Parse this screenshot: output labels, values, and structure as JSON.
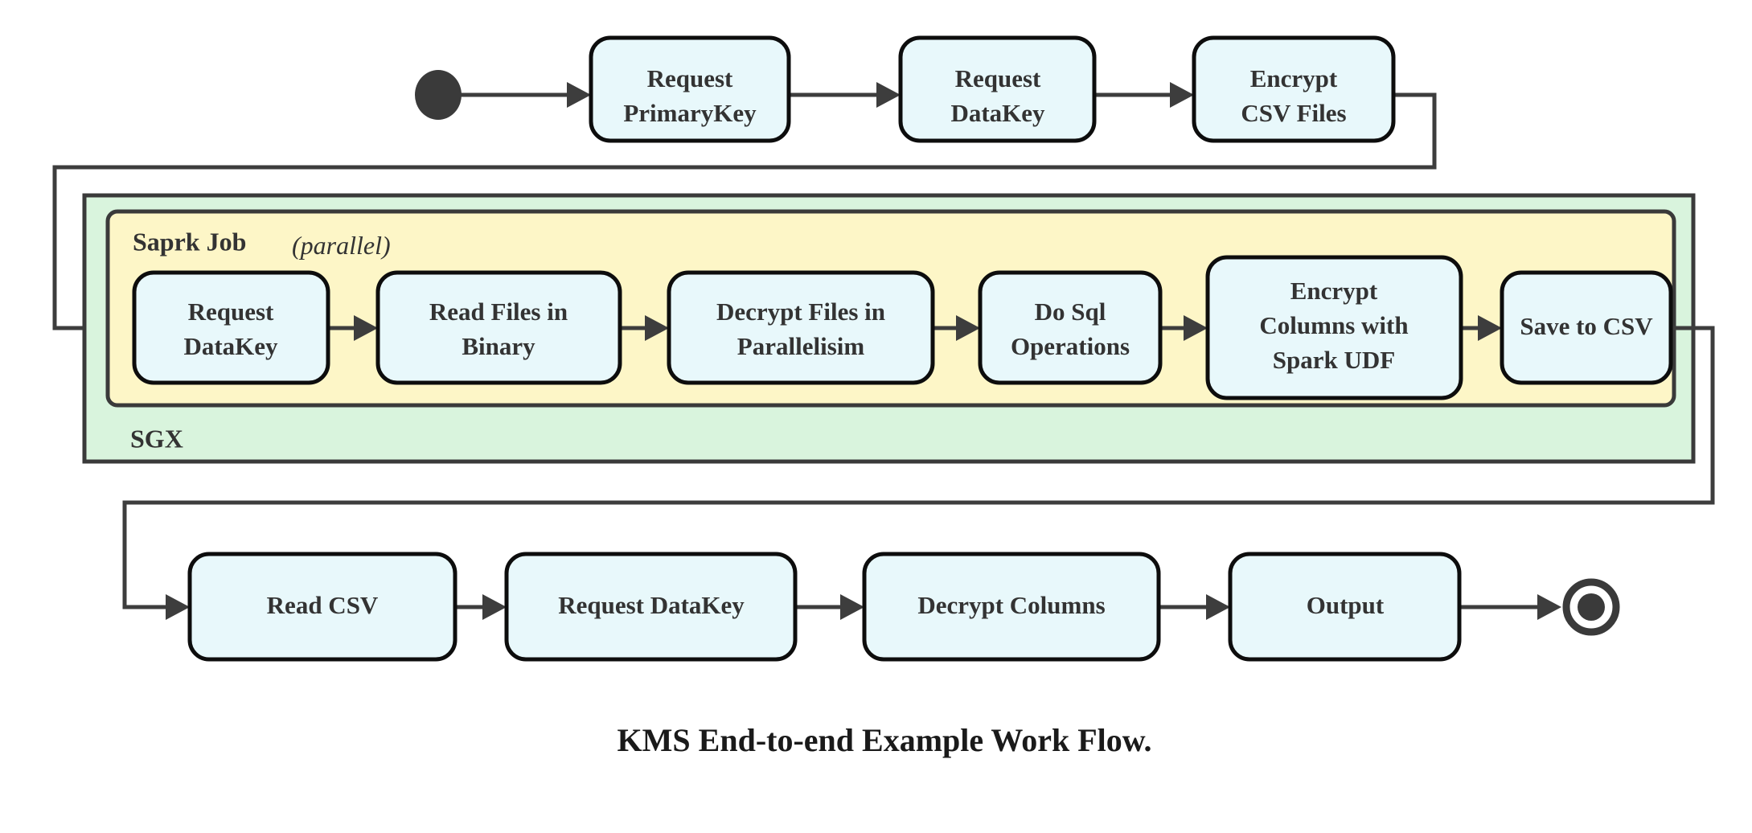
{
  "caption": "KMS End-to-end Example Work Flow.",
  "colors": {
    "node_fill": "#e8f8fb",
    "node_stroke": "#0d0d0d",
    "sgx_fill": "#d9f4dd",
    "spark_fill": "#fdf6c7",
    "group_stroke": "#3a3a3a",
    "edge_stroke": "#3d3d3d",
    "text": "#333333"
  },
  "start_node": {
    "name": "start",
    "shape": "filled-circle"
  },
  "end_node": {
    "name": "end",
    "shape": "ring-with-dot"
  },
  "groups": {
    "sgx": {
      "label": "SGX",
      "label_position": "bottom-left"
    },
    "spark": {
      "label_bold": "Saprk Job",
      "label_italic": "(parallel)",
      "label_position": "top-left"
    }
  },
  "rows": {
    "top": {
      "nodes": [
        {
          "id": "request-primarykey",
          "lines": [
            "Request",
            "PrimaryKey"
          ]
        },
        {
          "id": "request-datakey-top",
          "lines": [
            "Request",
            "DataKey"
          ]
        },
        {
          "id": "encrypt-csv-files",
          "lines": [
            "Encrypt",
            "CSV Files"
          ]
        }
      ]
    },
    "spark": {
      "nodes": [
        {
          "id": "request-datakey-spark",
          "lines": [
            "Request",
            "DataKey"
          ]
        },
        {
          "id": "read-files-in-binary",
          "lines": [
            "Read Files in",
            "Binary"
          ]
        },
        {
          "id": "decrypt-files-in-parallelisim",
          "lines": [
            "Decrypt Files in",
            "Parallelisim"
          ]
        },
        {
          "id": "do-sql-operations",
          "lines": [
            "Do Sql",
            "Operations"
          ]
        },
        {
          "id": "encrypt-columns-with-spark-udf",
          "lines": [
            "Encrypt",
            "Columns with",
            "Spark UDF"
          ]
        },
        {
          "id": "save-to-csv",
          "lines": [
            "Save to CSV"
          ]
        }
      ]
    },
    "bottom": {
      "nodes": [
        {
          "id": "read-csv",
          "lines": [
            "Read CSV"
          ]
        },
        {
          "id": "request-datakey-bottom",
          "lines": [
            "Request DataKey"
          ]
        },
        {
          "id": "decrypt-columns",
          "lines": [
            "Decrypt Columns"
          ]
        },
        {
          "id": "output",
          "lines": [
            "Output"
          ]
        }
      ]
    }
  },
  "flow_sequence": [
    "start",
    "Request PrimaryKey",
    "Request DataKey",
    "Encrypt CSV Files",
    "Request DataKey",
    "Read Files in Binary",
    "Decrypt Files in Parallelisim",
    "Do Sql Operations",
    "Encrypt Columns with Spark UDF",
    "Save to CSV",
    "Read CSV",
    "Request DataKey",
    "Decrypt Columns",
    "Output",
    "end"
  ]
}
